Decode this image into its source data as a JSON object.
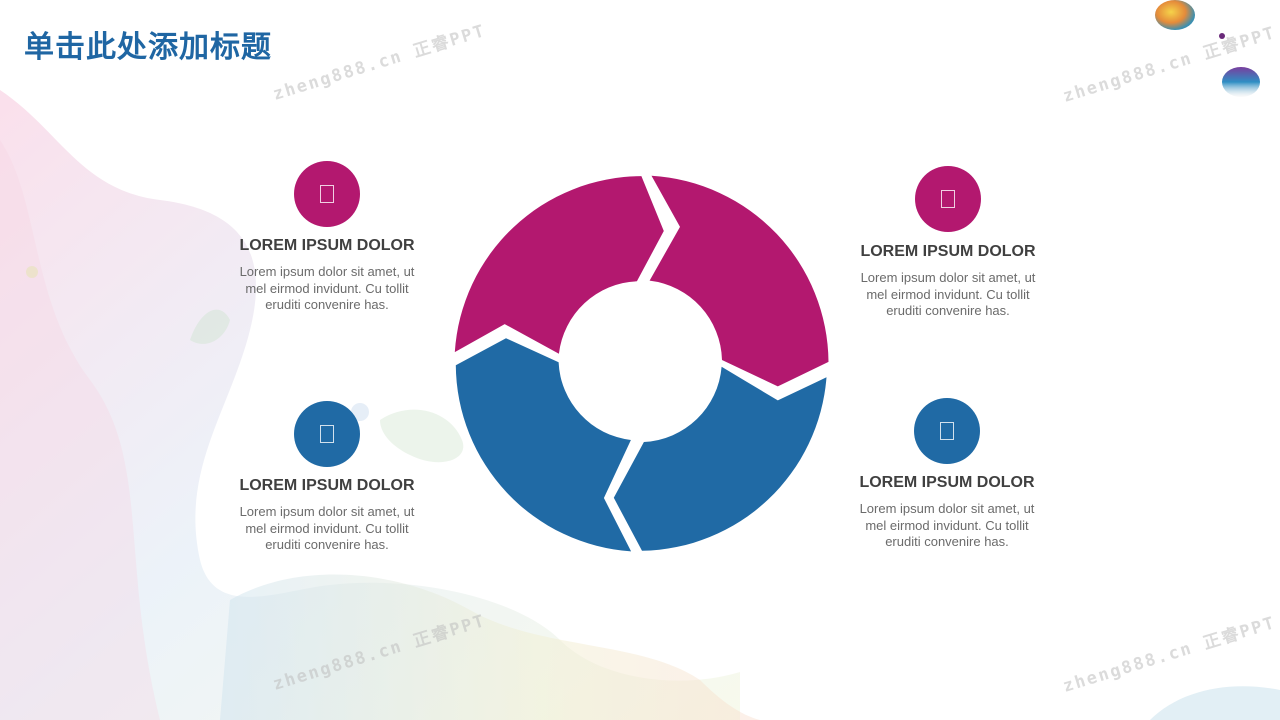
{
  "title": "单击此处添加标题",
  "watermark": "zheng888.cn 正睿PPT",
  "colors": {
    "magenta": "#b3186f",
    "blue": "#206aa5",
    "title": "#1f66a3"
  },
  "items": [
    {
      "icon": "document-icon",
      "color": "magenta",
      "heading": "LOREM IPSUM DOLOR",
      "lines": [
        "Lorem ipsum dolor sit amet, ut",
        "mel eirmod invidunt. Cu tollit",
        "eruditi convenire has."
      ]
    },
    {
      "icon": "document-icon",
      "color": "magenta",
      "heading": "LOREM IPSUM DOLOR",
      "lines": [
        "Lorem ipsum dolor sit amet, ut",
        "mel eirmod invidunt. Cu tollit",
        "eruditi convenire has."
      ]
    },
    {
      "icon": "document-icon",
      "color": "blue",
      "heading": "LOREM IPSUM DOLOR",
      "lines": [
        "Lorem ipsum dolor sit amet, ut",
        "mel eirmod invidunt. Cu tollit",
        "eruditi convenire has."
      ]
    },
    {
      "icon": "document-icon",
      "color": "blue",
      "heading": "LOREM IPSUM DOLOR",
      "lines": [
        "Lorem ipsum dolor sit amet, ut",
        "mel eirmod invidunt. Cu tollit",
        "eruditi convenire has."
      ]
    }
  ]
}
